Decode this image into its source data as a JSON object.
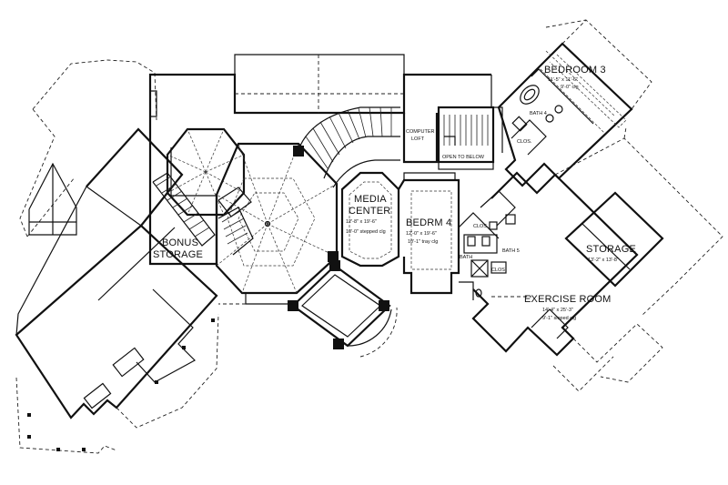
{
  "rooms": {
    "bedroom3": {
      "name": "BEDROOM 3",
      "dims": "11'-5\" x 11'-6\"",
      "ceiling": "9'-0\" clg"
    },
    "bath4": {
      "name": "BATH 4"
    },
    "clos_b3": {
      "name": "CLOS."
    },
    "computer_loft": {
      "name_line1": "COMPUTER",
      "name_line2": "LOFT"
    },
    "open_to_below": {
      "name": "OPEN TO BELOW"
    },
    "media_center": {
      "name_line1": "MEDIA",
      "name_line2": "CENTER",
      "dims": "12'-8\" x 19'-6\"",
      "ceiling": "10'-0\" stepped clg"
    },
    "bedroom4": {
      "name": "BEDRM 4",
      "dims": "12'-0\" x 19'-6\"",
      "ceiling": "10'-1\" tray clg"
    },
    "bonus_storage": {
      "name_line1": "BONUS",
      "name_line2": "STORAGE"
    },
    "storage": {
      "name": "STORAGE",
      "dims": "13'-2\" x 13'-8\""
    },
    "exercise_room": {
      "name": "EXERCISE ROOM",
      "dims": "14'-4\" x 25'-3\"",
      "ceiling": "9'-1\" sloped clg"
    },
    "bath5": {
      "name": "BATH 5"
    },
    "bath_small": {
      "name": "BATH"
    },
    "clos_a": {
      "name": "CLOS."
    },
    "clos_b": {
      "name": "CLOS."
    }
  }
}
